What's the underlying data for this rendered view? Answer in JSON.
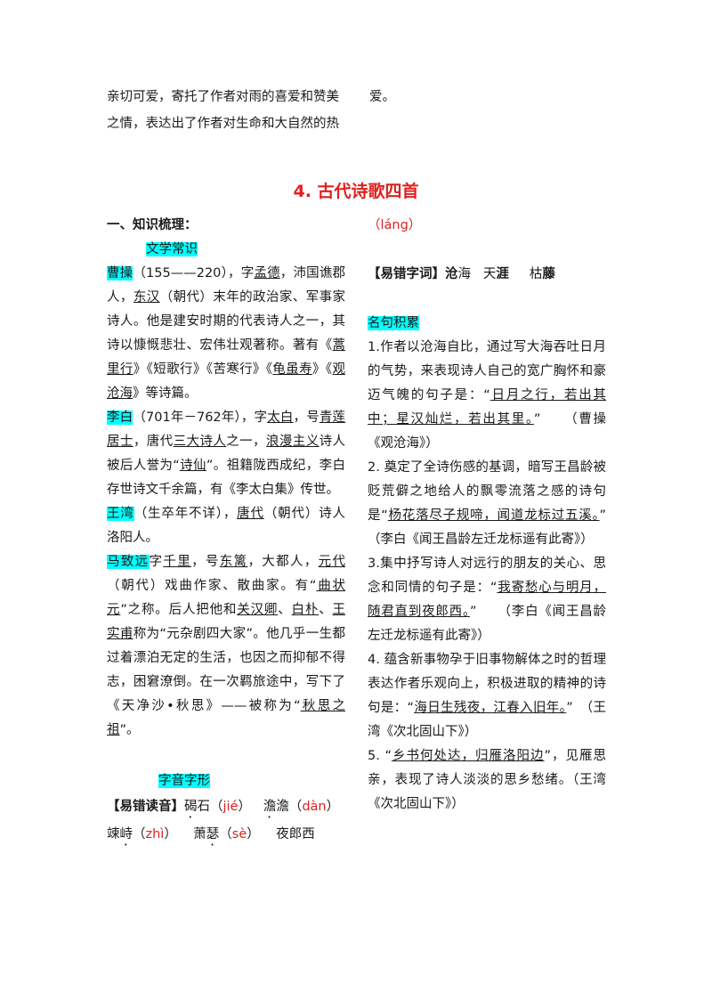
{
  "top": {
    "left_line1": "亲切可爱，寄托了作者对雨的喜爱和赞美",
    "left_line2": "之情，表达出了作者对生命和大自然的热",
    "right_line1": "爱。"
  },
  "title": "4. 古代诗歌四首",
  "left": {
    "section1": "一、知识梳理：",
    "lit_label": "文学常识",
    "cao": {
      "name": "曹操",
      "t1": "（155——220），字",
      "zi": "孟德",
      "t2": "，沛国谯郡人，",
      "dynasty": "东汉",
      "t3": "（朝代）末年的政治家、军事家诗人。他是建安时期的代表诗人之一，其诗以慷慨悲壮、宏伟壮观著称。著有《",
      "w1": "蒿里行",
      "t4": "》《短歌行》《苦寒行》《",
      "w2": "龟虽寿",
      "t5": "》《",
      "w3": "观沧海",
      "t6": "》等诗篇。"
    },
    "li": {
      "name": "李白",
      "t1": "（701年－762年），字",
      "zi": "太白",
      "t2": "，号",
      "hao": "青莲居士",
      "t3": "，唐代",
      "t4": "三大诗人",
      "t5": "之一，",
      "t6": "浪漫主义",
      "t7": "诗人被后人誉为“",
      "t8": "诗仙",
      "t9": "”。祖籍陇西成纪，李白存世诗文千余篇，有《李太白集》传世。"
    },
    "wang": {
      "name": "王湾",
      "t1": "（生卒年不详），",
      "dynasty": "唐代",
      "t2": "（朝代）诗人洛阳人。"
    },
    "ma": {
      "name": "马致远",
      "t1": "字",
      "zi": "千里",
      "t2": "，号",
      "hao": "东篱",
      "t3": "，大都人，",
      "dynasty": "元代",
      "t4": "（朝代）戏曲作家、散曲家。有“",
      "t5": "曲状元",
      "t6": "”之称。后人把他和",
      "p1": "关汉卿",
      "sep1": "、",
      "p2": "白朴",
      "sep2": "、",
      "p3": "王实甫",
      "t7": "称为“元杂剧四大家”。他几乎一生都过着漂泊无定的生活，也因之而抑郁不得志，困窘潦倒。在一次羁旅途中，写下了《天净沙•秋思》——被称为“",
      "t8": "秋思之祖",
      "t9": "”。"
    },
    "char_label": "字音字形",
    "pron_label": "【易错读音】",
    "pron": {
      "w1": "碣",
      "w1b": "石（",
      "p1": "jié",
      "c1": "）",
      "w2": "澹",
      "w2b": "澹（",
      "p2": "dàn",
      "c2": "）",
      "w3": "竦",
      "w3b": "峙（",
      "p3": "zhì",
      "c3": "）",
      "w4a": "萧",
      "w4": "瑟",
      "w4b": "（",
      "p4": "sè",
      "c4": "）",
      "w5": "夜郎西"
    }
  },
  "right": {
    "lang_pinyin": "（láng）",
    "wrong_label": "【易错字词】",
    "wrong1": "沧",
    "wrong1b": "海",
    "wrong2a": "天",
    "wrong2": "涯",
    "wrong3a": "枯",
    "wrong3": "藤",
    "quotes_label": "名句积累",
    "q1": {
      "t1": "1.作者以沧海自比，通过写大海吞吐日月的气势，来表现诗人自己的宽广胸怀和豪迈气魄的句子是：“",
      "ans": "日月之行，若出其中；星汉灿烂，若出其里。",
      "t2": "”　　（曹操《观沧海》）"
    },
    "q2": {
      "t1": "2. 奠定了全诗伤感的基调，暗写王昌龄被贬荒僻之地给人的飘零流落之感的诗句是“",
      "ans": "杨花落尽子规啼，闻道龙标过五溪。",
      "t2": "”　　（李白《闻王昌龄左迁龙标遥有此寄》）"
    },
    "q3": {
      "t1": "3.集中抒写诗人对远行的朋友的关心、思念和同情的句子是：“",
      "ans": "我寄愁心与明月，随君直到夜郎西。",
      "t2": "”　　（李白《闻王昌龄左迁龙标遥有此寄》）"
    },
    "q4": {
      "t1": "4. 蕴含新事物孕于旧事物解体之时的哲理表达作者乐观向上，积极进取的精神的诗句是：“",
      "ans": "海日生残夜，江春入旧年。",
      "t2": "”　（王湾《次北固山下》）"
    },
    "q5": {
      "t1": "5. “",
      "ans": "乡书何处达，归雁洛阳边",
      "t2": "”，见雁思亲，表现了诗人淡淡的思乡愁绪。（王湾《次北固山下》）"
    }
  }
}
